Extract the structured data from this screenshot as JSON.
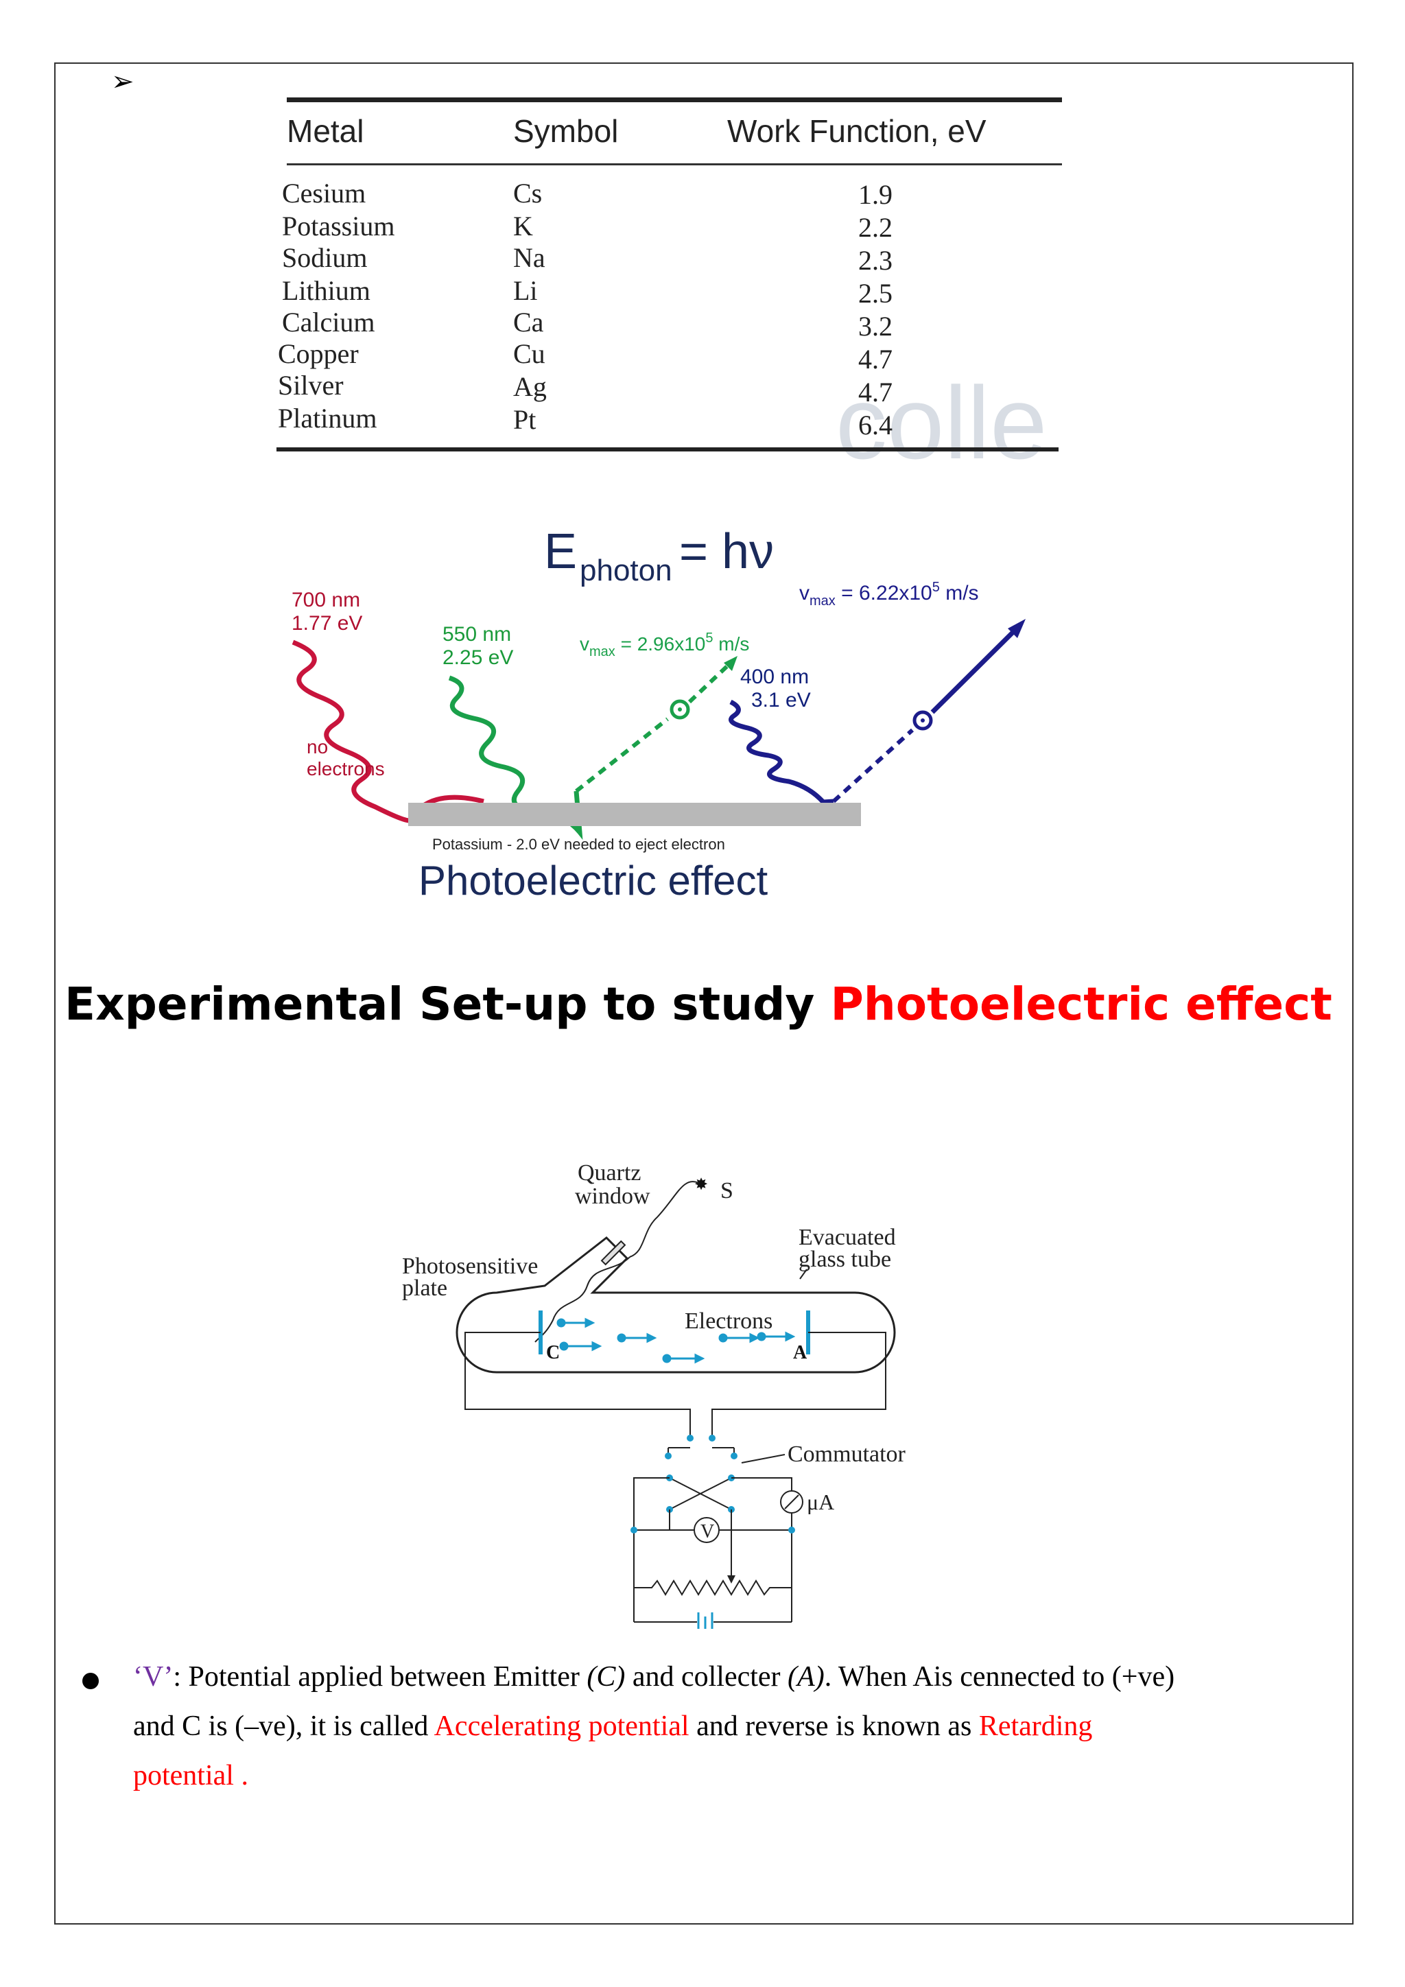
{
  "bullet_marker": "➢",
  "table": {
    "headers": [
      "Metal",
      "Symbol",
      "Work Function, eV"
    ],
    "rows": [
      [
        "Cesium",
        "Cs",
        "1.9"
      ],
      [
        "Potassium",
        "K",
        "2.2"
      ],
      [
        "Sodium",
        "Na",
        "2.3"
      ],
      [
        "Lithium",
        "Li",
        "2.5"
      ],
      [
        "Calcium",
        "Ca",
        "3.2"
      ],
      [
        "Copper",
        "Cu",
        "4.7"
      ],
      [
        "Silver",
        "Ag",
        "4.7"
      ],
      [
        "Platinum",
        "Pt",
        "6.4"
      ]
    ],
    "watermark": "colle"
  },
  "pe_diagram": {
    "equation_e": "E",
    "equation_sub": "photon",
    "equation_rhs": "= hν",
    "red_wave": [
      "700 nm",
      "1.77 eV"
    ],
    "red_note": [
      "no",
      "electrons"
    ],
    "green_wave": [
      "550 nm",
      "2.25 eV"
    ],
    "green_v": "v",
    "green_v_sub": "max",
    "green_v_rhs": " = 2.96x10",
    "green_v_exp": "5",
    "green_v_unit": " m/s",
    "blue_wave": [
      "400 nm",
      "3.1 eV"
    ],
    "blue_v": "v",
    "blue_v_sub": "max",
    "blue_v_rhs": " = 6.22x10",
    "blue_v_exp": "5",
    "blue_v_unit": " m/s",
    "plate_note": "Potassium - 2.0 eV needed to eject electron",
    "title": "Photoelectric effect"
  },
  "heading": {
    "black": "Experimental Set-up to study ",
    "red": "Photoelectric effect"
  },
  "apparatus": {
    "quartz": [
      "Quartz",
      "window"
    ],
    "source": "S",
    "evacuated": [
      "Evacuated",
      "glass tube"
    ],
    "plate": [
      "Photosensitive",
      "plate"
    ],
    "electrons": "Electrons",
    "cathode": "C",
    "anode": "A",
    "commutator": "Commutator",
    "ammeter": "μA",
    "voltmeter": "V"
  },
  "paragraph": {
    "q_open": "‘",
    "v_symbol": "V",
    "q_close": "’",
    "t1": ": Potential applied between Emitter ",
    "c_ital": "(C)",
    "t2": " and collecter ",
    "a_ital": "(A)",
    "t3": ". When Ais cennected to (+ve)",
    "t4": "and C is (–ve), it is called ",
    "accel": "Accelerating potential",
    "t5": " and reverse is known as ",
    "retard1": "Retarding",
    "retard2": "potential ."
  }
}
